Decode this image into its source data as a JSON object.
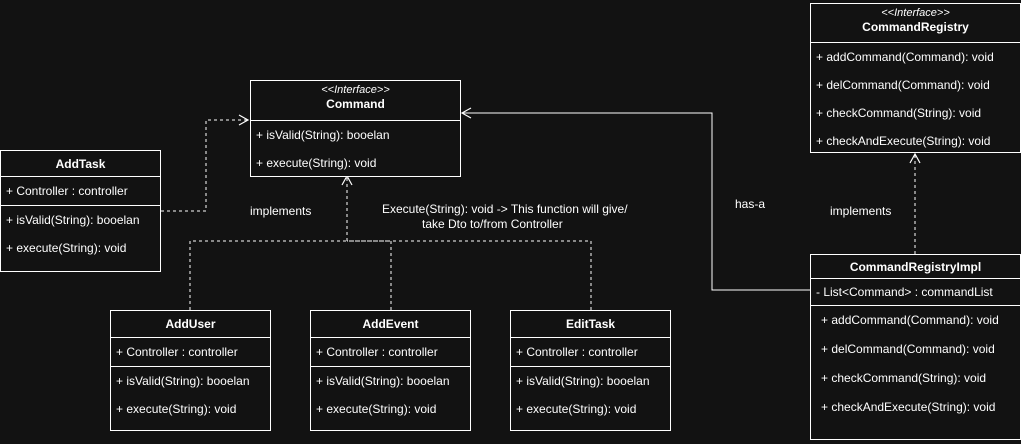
{
  "classes": {
    "command": {
      "stereotype": "<<Interface>>",
      "name": "Command",
      "methods": [
        "+ isValid(String): booelan",
        "+ execute(String): void"
      ]
    },
    "registry": {
      "stereotype": "<<Interface>>",
      "name": "CommandRegistry",
      "methods": [
        "+ addCommand(Command): void",
        "+ delCommand(Command): void",
        "+ checkCommand(String): void",
        "+ checkAndExecute(String): void"
      ]
    },
    "addtask": {
      "name": "AddTask",
      "fields": [
        "+ Controller : controller"
      ],
      "methods": [
        "+ isValid(String): booelan",
        "+ execute(String): void"
      ]
    },
    "adduser": {
      "name": "AddUser",
      "fields": [
        "+ Controller : controller"
      ],
      "methods": [
        "+ isValid(String): booelan",
        "+ execute(String): void"
      ]
    },
    "addevent": {
      "name": "AddEvent",
      "fields": [
        "+ Controller : controller"
      ],
      "methods": [
        "+ isValid(String): booelan",
        "+ execute(String): void"
      ]
    },
    "edittask": {
      "name": "EditTask",
      "fields": [
        "+ Controller : controller"
      ],
      "methods": [
        "+ isValid(String): booelan",
        "+ execute(String): void"
      ]
    },
    "impl": {
      "name": "CommandRegistryImpl",
      "fields": [
        "- List<Command> : commandList"
      ],
      "methods": [
        "+ addCommand(Command): void",
        "+ delCommand(Command): void",
        "+ checkCommand(String): void",
        "+ checkAndExecute(String): void"
      ]
    }
  },
  "labels": {
    "implements_left": "implements",
    "execute_note_1": "Execute(String): void -> This function will give/",
    "execute_note_2": "take Dto to/from Controller",
    "has_a": "has-a",
    "implements_right": "implements"
  },
  "colors": {
    "background": "#121212",
    "line": "#ffffff"
  }
}
